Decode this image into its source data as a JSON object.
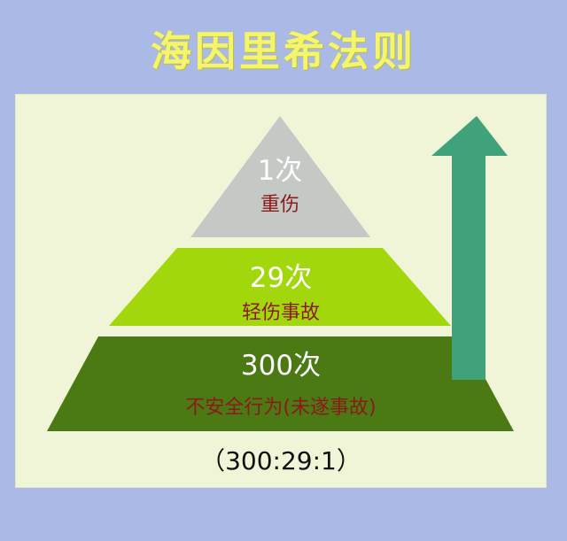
{
  "title": "海因里希法则",
  "pyramid": {
    "tiers": [
      {
        "count": "1次",
        "desc": "重伤",
        "color": "#c5c9c6"
      },
      {
        "count": "29次",
        "desc": "轻伤事故",
        "color": "#a2d80b"
      },
      {
        "count": "300次",
        "desc": "不安全行为(未遂事故)",
        "color": "#4b7913"
      }
    ]
  },
  "arrow_color": "#3fa27a",
  "ratio": "（300:29:1）",
  "colors": {
    "background": "#aab9e6",
    "panel": "#f1f5d7",
    "title": "#f4f56d",
    "desc_text": "#8b1a1a",
    "count_text": "#ffffff"
  }
}
